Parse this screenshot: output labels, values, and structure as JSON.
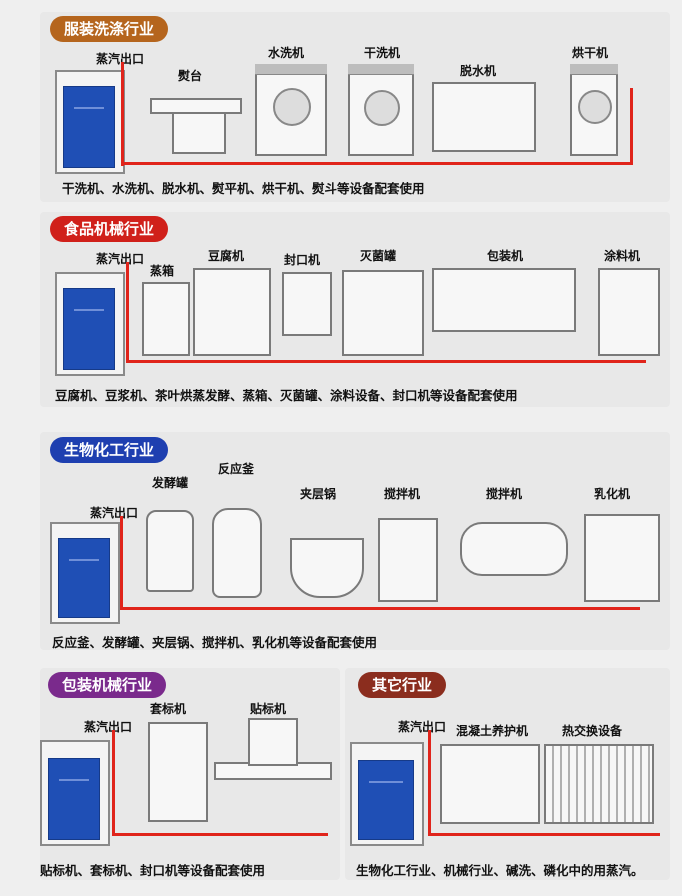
{
  "sections": {
    "clothing": {
      "title": "服装洗涤行业",
      "steam_outlet": "蒸汽出口",
      "machines": [
        "熨台",
        "水洗机",
        "干洗机",
        "脱水机",
        "烘干机"
      ],
      "caption": "干洗机、水洗机、脱水机、熨平机、烘干机、熨斗等设备配套使用",
      "color": "#b5651d"
    },
    "food": {
      "title": "食品机械行业",
      "steam_outlet": "蒸汽出口",
      "machines": [
        "蒸箱",
        "豆腐机",
        "封口机",
        "灭菌罐",
        "包装机",
        "涂料机"
      ],
      "caption": "豆腐机、豆浆机、茶叶烘蒸发酵、蒸箱、灭菌罐、涂料设备、封口机等设备配套使用",
      "color": "#d0201a"
    },
    "bio": {
      "title": "生物化工行业",
      "steam_outlet": "蒸汽出口",
      "machines": [
        "发酵罐",
        "反应釜",
        "夹层锅",
        "搅拌机",
        "搅拌机",
        "乳化机"
      ],
      "caption": "反应釜、发酵罐、夹层锅、搅拌机、乳化机等设备配套使用",
      "color": "#1e3fb0"
    },
    "packaging": {
      "title": "包装机械行业",
      "steam_outlet": "蒸汽出口",
      "machines": [
        "套标机",
        "贴标机"
      ],
      "caption": "贴标机、套标机、封口机等设备配套使用",
      "color": "#7a2a8c"
    },
    "other": {
      "title": "其它行业",
      "steam_outlet": "蒸汽出口",
      "machines": [
        "混凝土养护机",
        "热交换设备"
      ],
      "caption": "生物化工行业、机械行业、碱洗、磷化中的用蒸汽。",
      "color": "#8b2d1e"
    }
  }
}
